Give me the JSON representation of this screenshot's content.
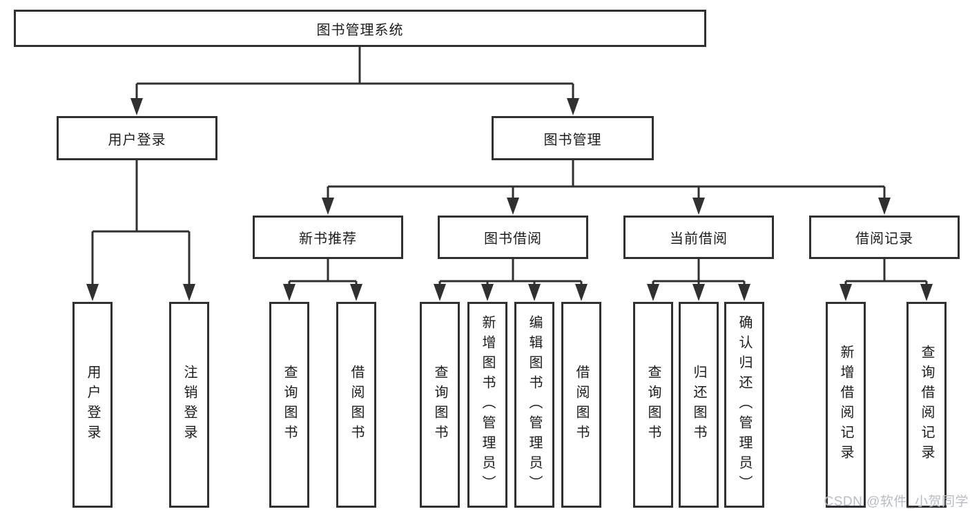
{
  "nodes": {
    "root": "图书管理系统",
    "user_login": {
      "label": "用户登录",
      "children": [
        "用户登录",
        "注销登录"
      ]
    },
    "book_mgmt": {
      "label": "图书管理",
      "sections": [
        {
          "label": "新书推荐",
          "children": [
            "查询图书",
            "借阅图书"
          ]
        },
        {
          "label": "图书借阅",
          "children": [
            "查询图书",
            "新增图书（管理员）",
            "编辑图书（管理员）",
            "借阅图书"
          ]
        },
        {
          "label": "当前借阅",
          "children": [
            "查询图书",
            "归还图书",
            "确认归还（管理员）"
          ]
        },
        {
          "label": "借阅记录",
          "children": [
            "新增借阅记录",
            "查询借阅记录"
          ]
        }
      ]
    }
  },
  "watermark": "CSDN @软件_小贺同学",
  "colors": {
    "line": "#303030",
    "box_fill": "#ffffff",
    "text": "#1c1c1c",
    "watermark": "#b7bdc5"
  }
}
